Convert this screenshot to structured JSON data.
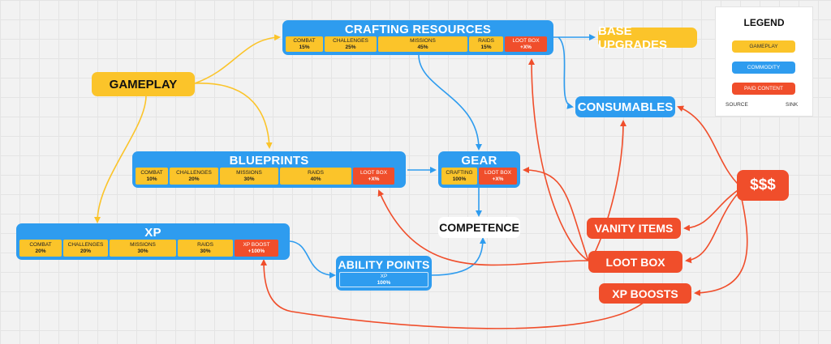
{
  "legend": {
    "title": "LEGEND",
    "gameplay": "GAMEPLAY",
    "commodity": "COMMODITY",
    "paid_content": "PAID CONTENT",
    "source": "SOURCE",
    "sink": "SINK"
  },
  "colors": {
    "gameplay": "#fbc42a",
    "commodity": "#2e9cef",
    "paid": "#f04e2b"
  },
  "nodes": {
    "gameplay": "GAMEPLAY",
    "crafting_resources": {
      "title": "CRAFTING RESOURCES",
      "cells": [
        {
          "label": "COMBAT",
          "value": "15%"
        },
        {
          "label": "CHALLENGES",
          "value": "25%"
        },
        {
          "label": "MISSIONS",
          "value": "45%"
        },
        {
          "label": "RAIDS",
          "value": "15%"
        },
        {
          "label": "LOOT BOX",
          "value": "+X%"
        }
      ]
    },
    "base_upgrades": "BASE UPGRADES",
    "consumables": "CONSUMABLES",
    "blueprints": {
      "title": "BLUEPRINTS",
      "cells": [
        {
          "label": "COMBAT",
          "value": "10%"
        },
        {
          "label": "CHALLENGES",
          "value": "20%"
        },
        {
          "label": "MISSIONS",
          "value": "30%"
        },
        {
          "label": "RAIDS",
          "value": "40%"
        },
        {
          "label": "LOOT BOX",
          "value": "+X%"
        }
      ]
    },
    "gear": {
      "title": "GEAR",
      "cells": [
        {
          "label": "CRAFTING",
          "value": "100%"
        },
        {
          "label": "LOOT BOX",
          "value": "+X%"
        }
      ]
    },
    "money": "$$$",
    "xp": {
      "title": "XP",
      "cells": [
        {
          "label": "COMBAT",
          "value": "20%"
        },
        {
          "label": "CHALLENGES",
          "value": "20%"
        },
        {
          "label": "MISSIONS",
          "value": "30%"
        },
        {
          "label": "RAIDS",
          "value": "30%"
        },
        {
          "label": "XP BOOST",
          "value": "+100%"
        }
      ]
    },
    "competence": "COMPETENCE",
    "vanity_items": "VANITY ITEMS",
    "loot_box": "LOOT BOX",
    "ability_points": {
      "title": "ABILITY POINTS",
      "cells": [
        {
          "label": "XP",
          "value": "100%"
        }
      ]
    },
    "xp_boosts": "XP BOOSTS"
  }
}
